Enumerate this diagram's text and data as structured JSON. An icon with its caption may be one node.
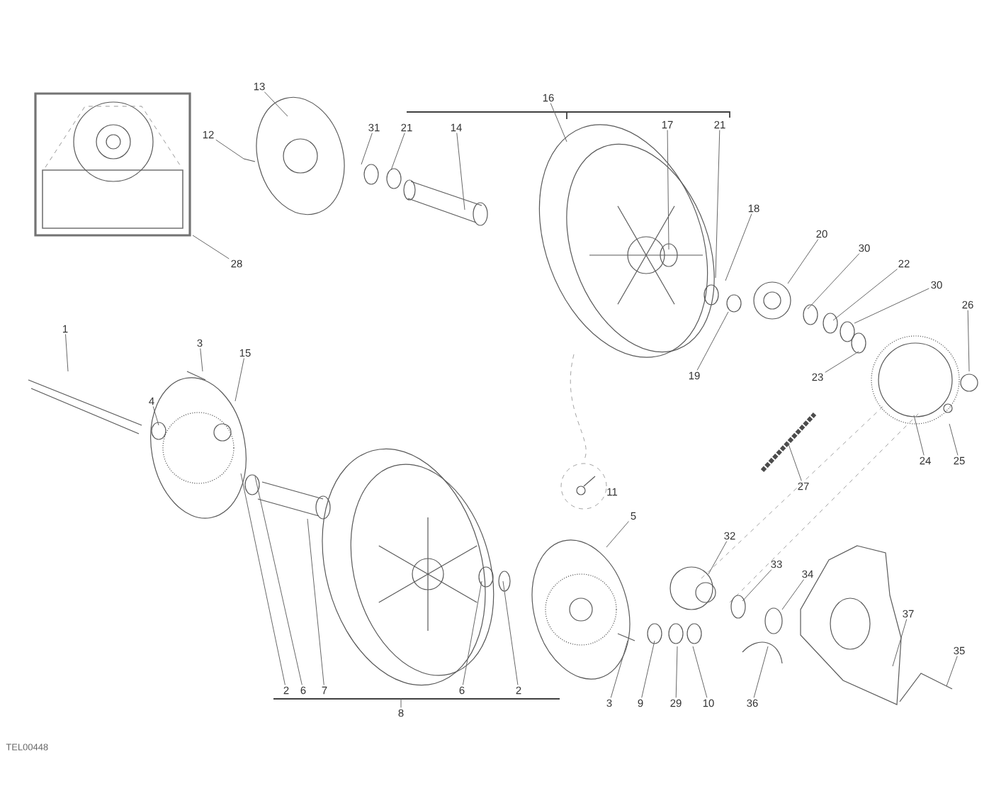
{
  "diagram": {
    "nodes": [
      {
        "text": [
          "13"
        ]
      },
      {
        "text": [
          "12"
        ]
      },
      {
        "text": [
          "31"
        ]
      },
      {
        "text": [
          "21"
        ]
      },
      {
        "text": [
          "14"
        ]
      },
      {
        "text": [
          "16"
        ]
      },
      {
        "text": [
          "17"
        ]
      },
      {
        "text": [
          "21"
        ]
      },
      {
        "text": [
          "18"
        ]
      },
      {
        "text": [
          "20"
        ]
      },
      {
        "text": [
          "30"
        ]
      },
      {
        "text": [
          "22"
        ]
      },
      {
        "text": [
          "30"
        ]
      },
      {
        "text": [
          "26"
        ]
      },
      {
        "text": [
          "28"
        ]
      },
      {
        "text": [
          "19"
        ]
      },
      {
        "text": [
          "23"
        ]
      },
      {
        "text": [
          "1"
        ]
      },
      {
        "text": [
          "3"
        ]
      },
      {
        "text": [
          "15"
        ]
      },
      {
        "text": [
          "4"
        ]
      },
      {
        "text": [
          "24"
        ]
      },
      {
        "text": [
          "25"
        ]
      },
      {
        "text": [
          "11"
        ]
      },
      {
        "text": [
          "27"
        ]
      },
      {
        "text": [
          "5"
        ]
      },
      {
        "text": [
          "32"
        ]
      },
      {
        "text": [
          "33"
        ]
      },
      {
        "text": [
          "34"
        ]
      },
      {
        "text": [
          "37"
        ]
      },
      {
        "text": [
          "35"
        ]
      },
      {
        "text": [
          "2"
        ]
      },
      {
        "text": [
          "6"
        ]
      },
      {
        "text": [
          "7"
        ]
      },
      {
        "text": [
          "6"
        ]
      },
      {
        "text": [
          "2"
        ]
      },
      {
        "text": [
          "3"
        ]
      },
      {
        "text": [
          "9"
        ]
      },
      {
        "text": [
          "29"
        ]
      },
      {
        "text": [
          "10"
        ]
      },
      {
        "text": [
          "36"
        ]
      },
      {
        "text": [
          "8"
        ]
      }
    ],
    "edges": [
      {
        "from": 0,
        "to": null,
        "arrow": "none"
      },
      {
        "from": 1,
        "to": null,
        "arrow": "none"
      },
      {
        "from": 2,
        "to": null,
        "arrow": "none"
      },
      {
        "from": 3,
        "to": null,
        "arrow": "none"
      },
      {
        "from": 4,
        "to": null,
        "arrow": "none"
      },
      {
        "from": 5,
        "to": null,
        "arrow": "none"
      },
      {
        "from": 6,
        "to": null,
        "arrow": "none"
      },
      {
        "from": 7,
        "to": null,
        "arrow": "none"
      },
      {
        "from": 8,
        "to": null,
        "arrow": "none"
      },
      {
        "from": 9,
        "to": null,
        "arrow": "none"
      },
      {
        "from": 10,
        "to": null,
        "arrow": "none"
      },
      {
        "from": 11,
        "to": null,
        "arrow": "none"
      },
      {
        "from": 12,
        "to": null,
        "arrow": "none"
      },
      {
        "from": 13,
        "to": null,
        "arrow": "none"
      },
      {
        "from": 14,
        "to": null,
        "arrow": "none"
      },
      {
        "from": 15,
        "to": null,
        "arrow": "none"
      },
      {
        "from": 16,
        "to": null,
        "arrow": "none"
      },
      {
        "from": 17,
        "to": null,
        "arrow": "none"
      },
      {
        "from": 18,
        "to": null,
        "arrow": "none"
      },
      {
        "from": 19,
        "to": null,
        "arrow": "none"
      },
      {
        "from": 20,
        "to": null,
        "arrow": "none"
      },
      {
        "from": 21,
        "to": null,
        "arrow": "none"
      },
      {
        "from": 22,
        "to": null,
        "arrow": "none"
      },
      {
        "from": 24,
        "to": null,
        "arrow": "none"
      },
      {
        "from": 25,
        "to": null,
        "arrow": "none"
      },
      {
        "from": 26,
        "to": null,
        "arrow": "none"
      },
      {
        "from": 27,
        "to": null,
        "arrow": "none"
      },
      {
        "from": 28,
        "to": null,
        "arrow": "none"
      },
      {
        "from": 29,
        "to": null,
        "arrow": "none"
      },
      {
        "from": 30,
        "to": null,
        "arrow": "none"
      },
      {
        "from": 31,
        "to": null,
        "arrow": "none"
      },
      {
        "from": 32,
        "to": null,
        "arrow": "none"
      },
      {
        "from": 33,
        "to": null,
        "arrow": "none"
      },
      {
        "from": 34,
        "to": null,
        "arrow": "none"
      },
      {
        "from": 35,
        "to": null,
        "arrow": "none"
      },
      {
        "from": 36,
        "to": null,
        "arrow": "none"
      },
      {
        "from": 37,
        "to": null,
        "arrow": "none"
      },
      {
        "from": 38,
        "to": null,
        "arrow": "none"
      },
      {
        "from": 39,
        "to": null,
        "arrow": "none"
      },
      {
        "from": 40,
        "to": null,
        "arrow": "none"
      },
      {
        "from": 41,
        "to": null,
        "arrow": "none"
      }
    ],
    "labels": [
      "TEL00448"
    ]
  }
}
